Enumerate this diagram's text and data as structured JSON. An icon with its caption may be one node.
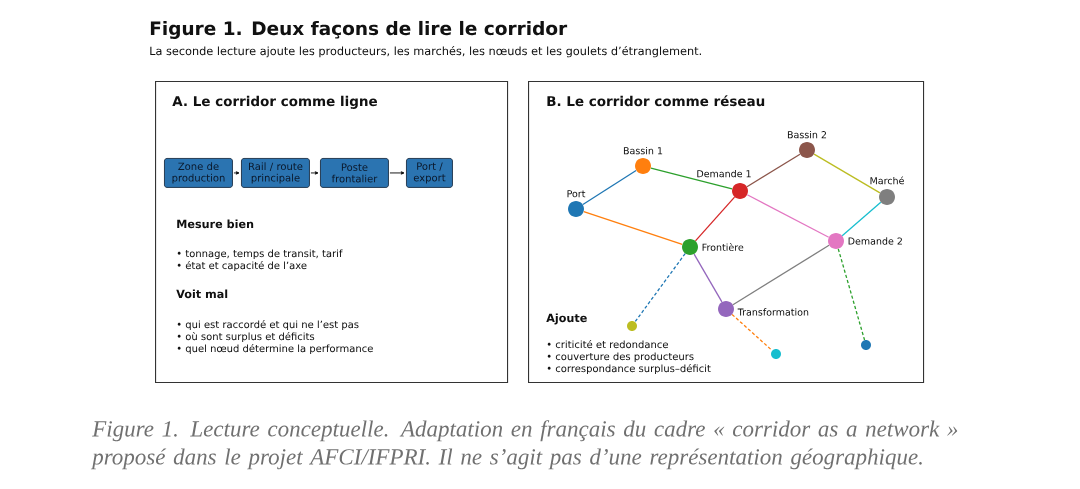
{
  "diagram": {
    "title": "Figure 1. Deux façons de lire le corridor",
    "caption": "Figure 1. Lecture conceptuelle. Adaptation en français du cadre « corridor as a network » proposé dans le projet AFCI/IFPRI. Il ne s’agit pas d’une représentation géographique.",
    "nodes": [
      {
        "text": [
          "A. Le corridor comme ligne",
          "Mesure bien",
          "• tonnage, temps de transit, tarif",
          "• état et capacité de l’axe",
          "Voit mal",
          "• qui est raccordé et qui ne l’est pas",
          "• où sont surplus et déficits",
          "• quel nœud détermine la performance"
        ]
      },
      {
        "text": [
          "Zone de production"
        ],
        "in": 0
      },
      {
        "text": [
          "Rail / route principale"
        ],
        "in": 0
      },
      {
        "text": [
          "Poste frontalier"
        ],
        "in": 0
      },
      {
        "text": [
          "Port / export"
        ],
        "in": 0
      },
      {
        "text": [
          "B. Le corridor comme réseau",
          "Ajoute",
          "• criticité et redondance",
          "• couverture des producteurs",
          "• correspondance surplus–déficit"
        ]
      },
      {
        "text": [
          "Port"
        ],
        "in": 5
      },
      {
        "text": [
          "Bassin 1"
        ],
        "in": 5
      },
      {
        "text": [
          "Demande 1"
        ],
        "in": 5
      },
      {
        "text": [
          "Bassin 2"
        ],
        "in": 5
      },
      {
        "text": [
          "Marché"
        ],
        "in": 5
      },
      {
        "text": [
          "Frontière"
        ],
        "in": 5
      },
      {
        "text": [
          "Demande 2"
        ],
        "in": 5
      },
      {
        "text": [
          "Transformation"
        ],
        "in": 5
      },
      {
        "text": [],
        "shape": "circle",
        "in": 5
      },
      {
        "text": [],
        "shape": "circle",
        "in": 5
      },
      {
        "text": [],
        "shape": "circle",
        "in": 5
      }
    ],
    "edges": [
      {
        "from": 1,
        "to": 2,
        "arrow": "to"
      },
      {
        "from": 2,
        "to": 3,
        "arrow": "to"
      },
      {
        "from": 3,
        "to": 4,
        "arrow": "to"
      },
      {
        "from": 6,
        "to": 7,
        "arrow": "none",
        "color": "#1f77b4"
      },
      {
        "from": 6,
        "to": 11,
        "arrow": "none",
        "color": "#ff7f0e"
      },
      {
        "from": 7,
        "to": 8,
        "arrow": "none",
        "color": "#2ca02c"
      },
      {
        "from": 11,
        "to": 8,
        "arrow": "none",
        "color": "#d62728"
      },
      {
        "from": 11,
        "to": 13,
        "arrow": "none",
        "color": "#9467bd"
      },
      {
        "from": 8,
        "to": 9,
        "arrow": "none",
        "color": "#8c564b"
      },
      {
        "from": 8,
        "to": 12,
        "arrow": "none",
        "color": "#e377c2"
      },
      {
        "from": 13,
        "to": 12,
        "arrow": "none",
        "color": "#7f7f7f"
      },
      {
        "from": 9,
        "to": 10,
        "arrow": "none",
        "color": "#bcbd22"
      },
      {
        "from": 12,
        "to": 10,
        "arrow": "none",
        "color": "#17becf"
      },
      {
        "from": 11,
        "to": 14,
        "arrow": "none",
        "style": "dashed",
        "color": "#1f77b4"
      },
      {
        "from": 13,
        "to": 15,
        "arrow": "none",
        "style": "dashed",
        "color": "#ff7f0e"
      },
      {
        "from": 12,
        "to": 16,
        "arrow": "none",
        "style": "dashed",
        "color": "#2ca02c"
      }
    ],
    "labels": [
      "La seconde lecture ajoute les producteurs, les marchés, les nœuds et les goulets d’étranglement."
    ]
  }
}
